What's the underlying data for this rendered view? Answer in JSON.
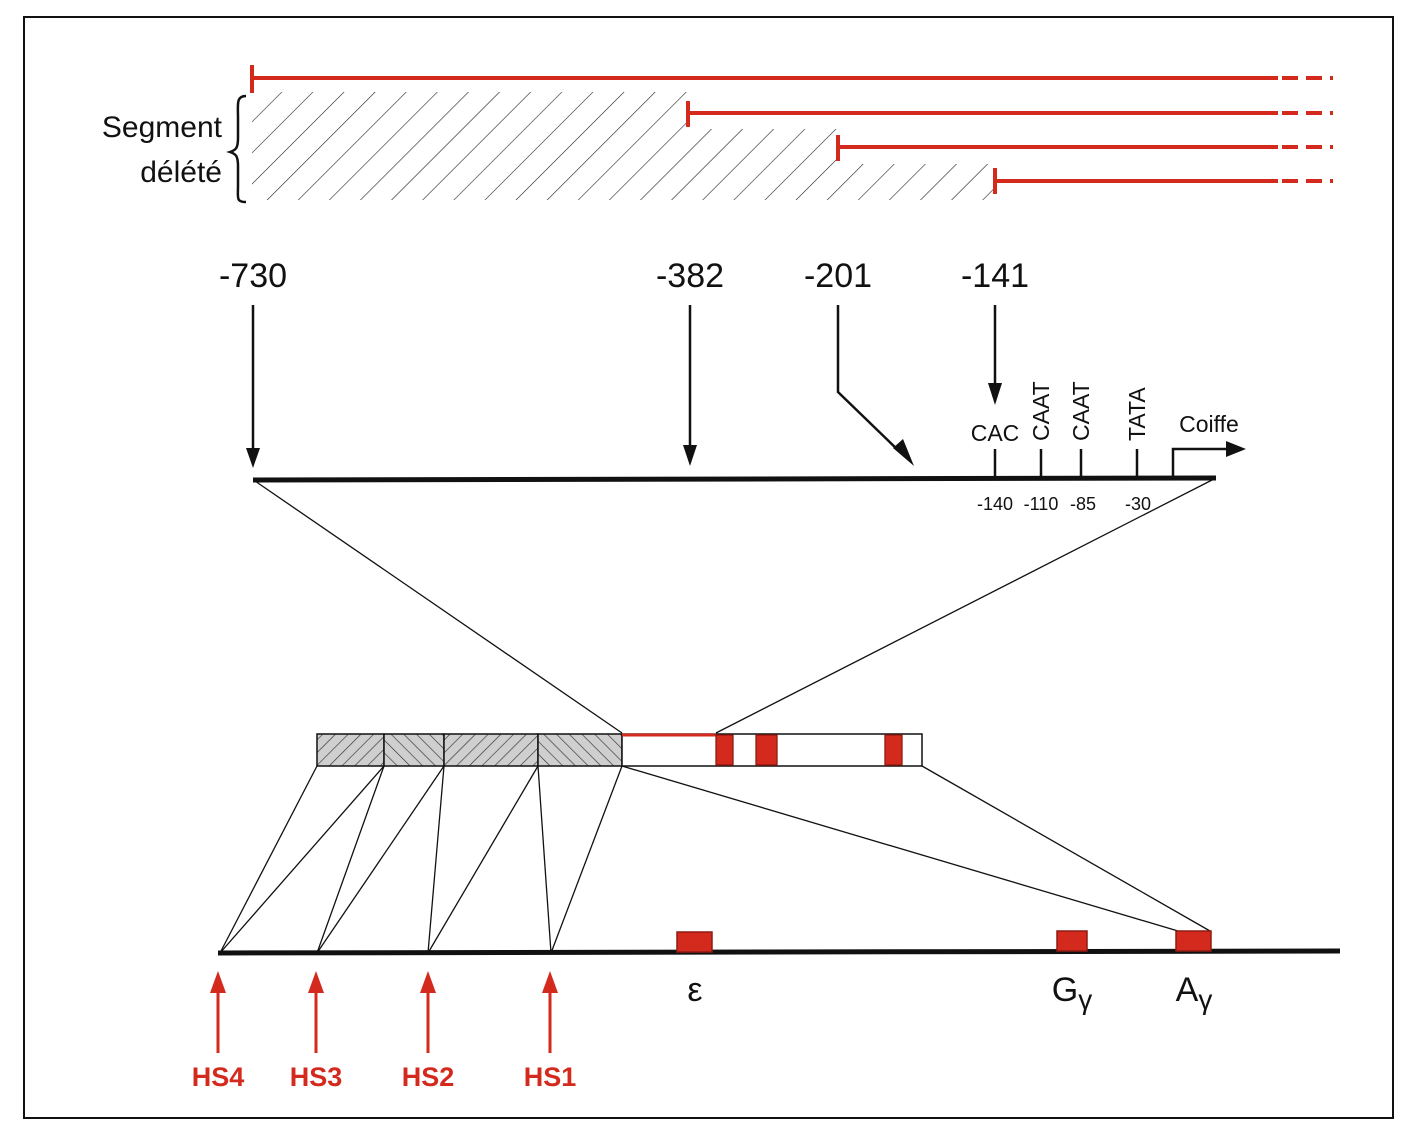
{
  "colors": {
    "red": "#d42a1e",
    "dark_red": "#8f1a12",
    "black": "#111111",
    "hatch_fill": "#cfcfcf"
  },
  "deleted_segment": {
    "label_line1": "Segment",
    "label_line2": "délété"
  },
  "positions": [
    {
      "id": "p730",
      "label": "-730"
    },
    {
      "id": "p382",
      "label": "-382"
    },
    {
      "id": "p201",
      "label": "-201"
    },
    {
      "id": "p141",
      "label": "-141"
    }
  ],
  "promoter_elements": [
    {
      "name": "CAC",
      "coord": "-140"
    },
    {
      "name": "CAAT",
      "coord": "-110"
    },
    {
      "name": "CAAT",
      "coord": "-85"
    },
    {
      "name": "TATA",
      "coord": "-30"
    }
  ],
  "cap_site": {
    "label": "Coiffe"
  },
  "genes": [
    {
      "id": "epsilon",
      "symbol": "ε",
      "sub": ""
    },
    {
      "id": "g-gamma",
      "symbol": "G",
      "sub": "γ"
    },
    {
      "id": "a-gamma",
      "symbol": "A",
      "sub": "γ"
    }
  ],
  "hypersensitive_sites": [
    {
      "id": "hs4",
      "label": "HS4"
    },
    {
      "id": "hs3",
      "label": "HS3"
    },
    {
      "id": "hs2",
      "label": "HS2"
    },
    {
      "id": "hs1",
      "label": "HS1"
    }
  ]
}
